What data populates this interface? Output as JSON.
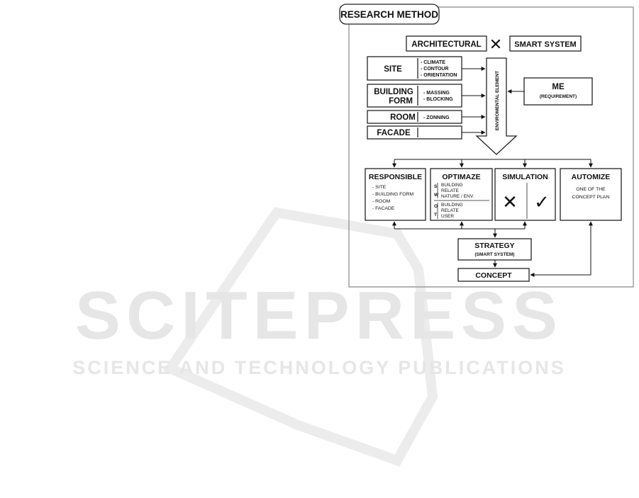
{
  "diagram": {
    "title": "RESEARCH METHOD",
    "top": {
      "left": "ARCHITECTURAL",
      "cross": "✕",
      "right": "SMART SYSTEM"
    },
    "rows": [
      {
        "label": "SITE",
        "items": [
          "- CLIMATE",
          "- CONTOUR",
          "- ORIENTATION"
        ]
      },
      {
        "label_line1": "BUILDING",
        "label_line2": "FORM",
        "items": [
          "- MASSING",
          "- BLOCKING"
        ]
      },
      {
        "label": "ROOM",
        "items": [
          "- ZONNING"
        ]
      },
      {
        "label": "FACADE",
        "items": []
      }
    ],
    "arrow_label": "ENVIROMENTAL ELEMENT",
    "me": {
      "title": "ME",
      "subtitle": "(REQUIREMENT)"
    },
    "boxes": {
      "responsible": {
        "title": "RESPONSIBLE",
        "items": [
          "- SITE",
          "- BUILDING FORM",
          "- ROOM",
          "- FACADE"
        ]
      },
      "optimaze": {
        "title": "OPTIMAZE",
        "letters": [
          "S",
          "W",
          "O",
          "T"
        ],
        "upper": [
          "BUILDING",
          "RELATE",
          "NATURE / ENV."
        ],
        "lower": [
          "BUILDING",
          "RELATE",
          "USER"
        ]
      },
      "simulation": {
        "title": "SIMULATION",
        "cross": "✕",
        "check": "✓"
      },
      "automize": {
        "title": "AUTOMIZE",
        "line1": "ONE OF THE",
        "line2": "CONCEPT PLAN"
      }
    },
    "strategy": {
      "title": "STRATEGY",
      "subtitle": "(SMART SYSTEM)"
    },
    "concept": "CONCEPT"
  },
  "watermark": {
    "word": "SCITEPRESS",
    "tagline": "SCIENCE AND TECHNOLOGY PUBLICATIONS"
  }
}
